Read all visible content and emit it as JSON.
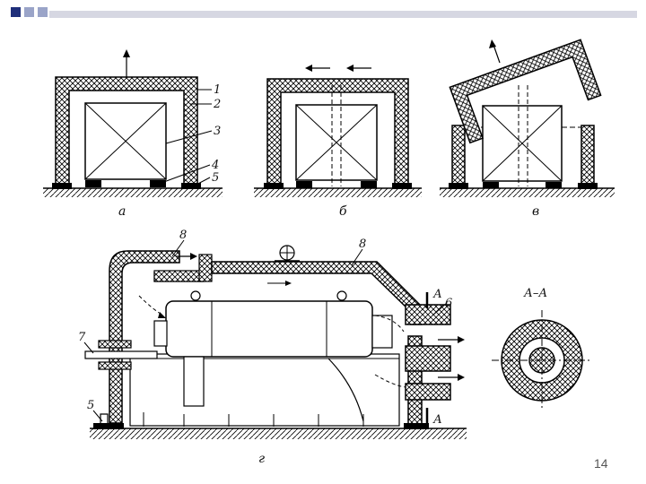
{
  "colors": {
    "square_dark": "#1f2f7a",
    "square_light": "#9aa4c8",
    "bar": "#d6d7e2"
  },
  "labels": {
    "n1": "1",
    "n2": "2",
    "n3": "3",
    "n4": "4",
    "n5": "5",
    "n6": "6",
    "n7": "7",
    "n8a": "8",
    "n8b": "8",
    "n5b": "5",
    "secA_top": "А",
    "secA_bot": "А",
    "section": "А–А"
  },
  "captions": {
    "a": "а",
    "b": "б",
    "v": "в",
    "g": "г"
  },
  "page_number": "14"
}
